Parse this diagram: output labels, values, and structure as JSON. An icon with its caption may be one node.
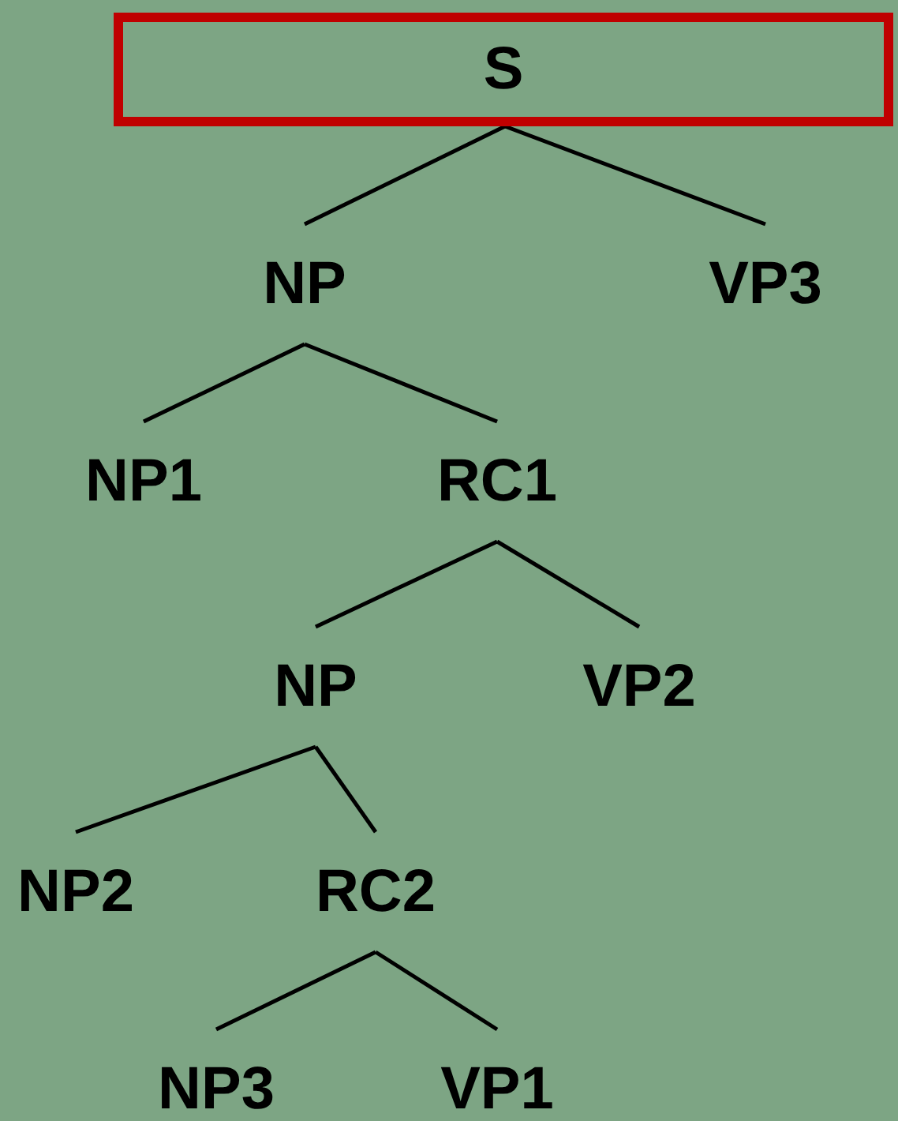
{
  "diagram": {
    "nodes": [
      {
        "text": [
          "S"
        ]
      },
      {
        "text": [
          "NP"
        ]
      },
      {
        "text": [
          "VP3"
        ]
      },
      {
        "text": [
          "NP1"
        ]
      },
      {
        "text": [
          "RC1"
        ]
      },
      {
        "text": [
          "NP"
        ]
      },
      {
        "text": [
          "VP2"
        ]
      },
      {
        "text": [
          "NP2"
        ]
      },
      {
        "text": [
          "RC2"
        ]
      },
      {
        "text": [
          "NP3"
        ]
      },
      {
        "text": [
          "VP1"
        ]
      }
    ],
    "edges": [
      {
        "from": 0,
        "to": 1,
        "arrow": "none"
      },
      {
        "from": 0,
        "to": 2,
        "arrow": "none"
      },
      {
        "from": 1,
        "to": 3,
        "arrow": "none"
      },
      {
        "from": 1,
        "to": 4,
        "arrow": "none"
      },
      {
        "from": 4,
        "to": 5,
        "arrow": "none"
      },
      {
        "from": 4,
        "to": 6,
        "arrow": "none"
      },
      {
        "from": 5,
        "to": 7,
        "arrow": "none"
      },
      {
        "from": 5,
        "to": 8,
        "arrow": "none"
      },
      {
        "from": 8,
        "to": 9,
        "arrow": "none"
      },
      {
        "from": 8,
        "to": 10,
        "arrow": "none"
      }
    ]
  }
}
